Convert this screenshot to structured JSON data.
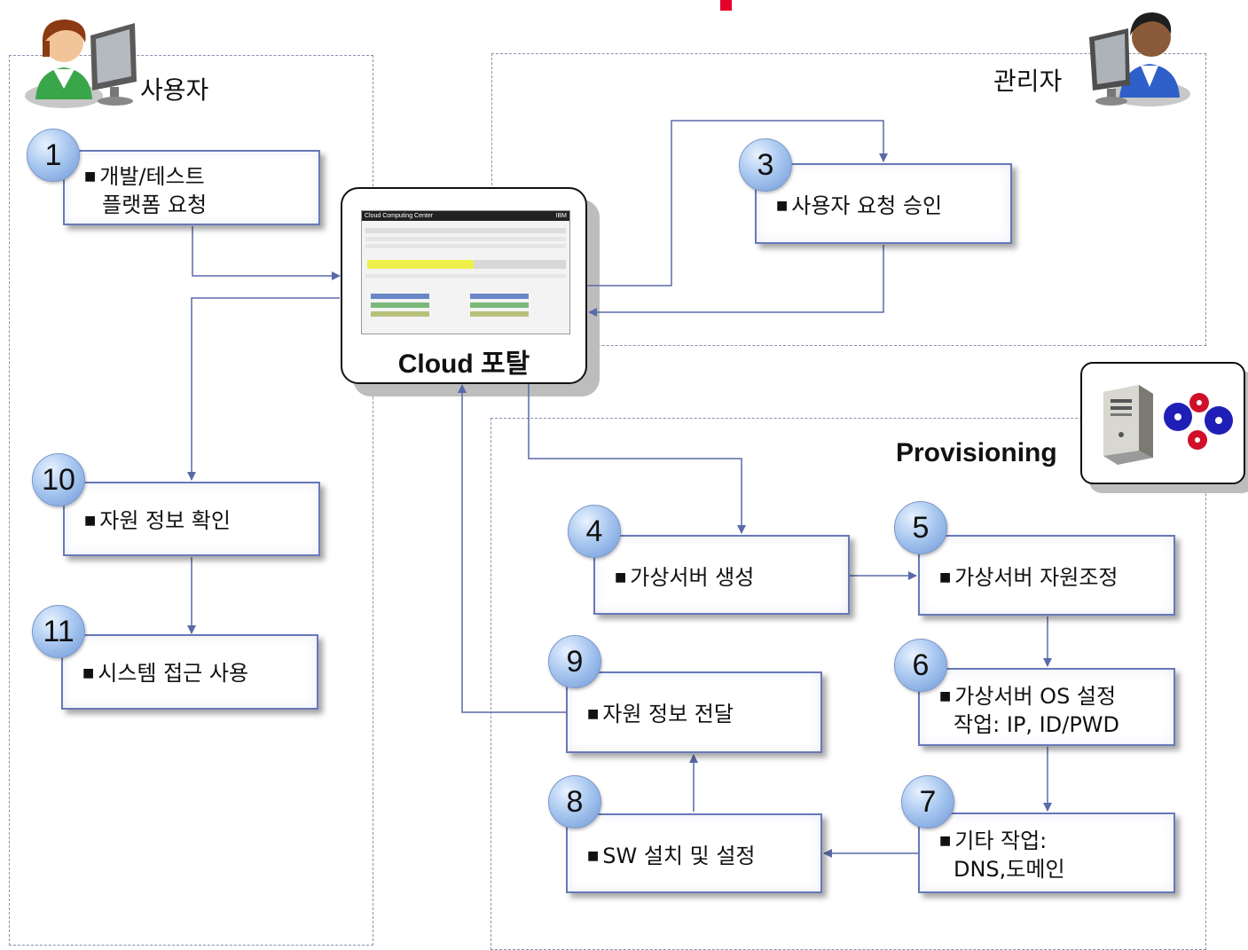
{
  "zones": {
    "user": {
      "label": "사용자"
    },
    "admin": {
      "label": "관리자"
    },
    "provisioning": {
      "label": "Provisioning"
    }
  },
  "portal": {
    "title": "Cloud 포탈",
    "screenshot": {
      "header": "Cloud Computing Center",
      "brand": "IBM"
    }
  },
  "steps": [
    {
      "num": "1",
      "lines": [
        "개발/테스트",
        "플랫폼 요청"
      ]
    },
    {
      "num": "3",
      "lines": [
        "사용자 요청 승인"
      ]
    },
    {
      "num": "4",
      "lines": [
        "가상서버 생성"
      ]
    },
    {
      "num": "5",
      "lines": [
        "가상서버 자원조정"
      ]
    },
    {
      "num": "6",
      "lines": [
        "가상서버 OS 설정",
        "작업: IP, ID/PWD"
      ]
    },
    {
      "num": "7",
      "lines": [
        "기타 작업:",
        "DNS,도메인"
      ]
    },
    {
      "num": "8",
      "lines": [
        "SW 설치 및 설정"
      ]
    },
    {
      "num": "9",
      "lines": [
        "자원 정보 전달"
      ]
    },
    {
      "num": "10",
      "lines": [
        "자원 정보 확인"
      ]
    },
    {
      "num": "11",
      "lines": [
        "시스템 접근 사용"
      ]
    }
  ],
  "colors": {
    "box_border": "#6878b8",
    "arrow": "#5a6aa8",
    "badge": "#a9c8f0",
    "zone_border": "#8a8fb0",
    "accent_red": "#e4002b"
  },
  "icons": {
    "user": "user-at-computer-icon",
    "admin": "admin-at-computer-icon",
    "server": "server-tower-icon",
    "gears": "gears-icon"
  }
}
